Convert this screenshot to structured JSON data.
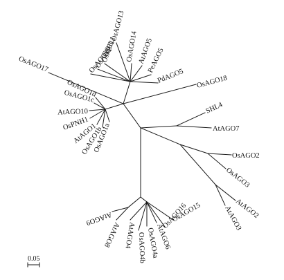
{
  "taxa": {
    "osago13": "OsAGO13",
    "osmel1": "OsMEL1",
    "osago11": "OsAGO11",
    "osago12": "OsAGO12",
    "osago14": "OsAGO14",
    "atago5": "AtAGO5",
    "peago5": "PeAGO5",
    "pdago5": "PdAGO5",
    "osago18": "OsAGO18",
    "osago17": "OsAGO17",
    "osago1d": "OsAGO1d",
    "osago1c": "OsAGO1c",
    "atago10": "AtAGO10",
    "ospnh1": "OsPNH1",
    "atago1": "AtAGO1",
    "osago1b": "OsAGO1b",
    "osago1a": "OsAGO1a",
    "shl4": "SHL4",
    "atago7": "AtAGO7",
    "osago2": "OsAGO2",
    "osago3": "OsAGO3",
    "atago2": "AtAGO2",
    "atago3": "AtAGO3",
    "osago15": "OsAGO15",
    "osago16": "OsAGO16",
    "atago6": "AtAGO6",
    "osago4a": "OsAGO4a",
    "osago4b": "OsAGO4b",
    "atago4": "AtAGO4",
    "atago8": "AtAGO8",
    "atago9": "AtAGO9"
  },
  "scale_bar": {
    "label": "0.05"
  }
}
